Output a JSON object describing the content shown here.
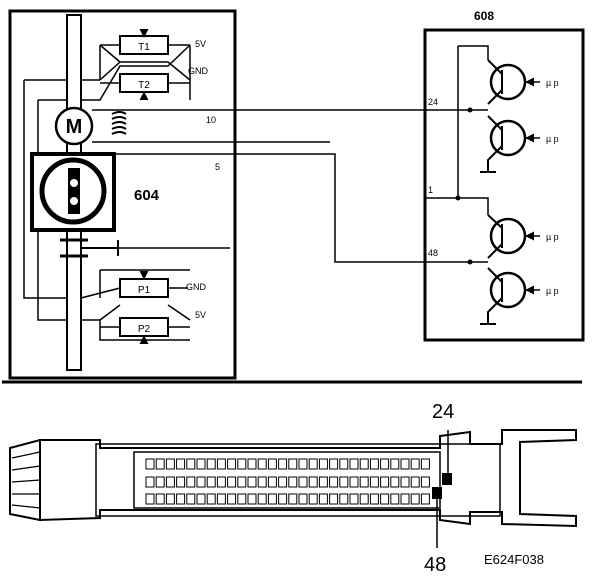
{
  "schematic": {
    "motor_label": "M",
    "unit_604": "604",
    "unit_608": "608",
    "sensors": {
      "t1": "T1",
      "t2": "T2",
      "p1": "P1",
      "p2": "P2"
    },
    "supply": {
      "t_5v": "5V",
      "t_gnd": "GND",
      "p_gnd": "GND",
      "p_5v": "5V"
    },
    "wires": {
      "w24": "24",
      "w10": "10",
      "w5": "5",
      "w1": "1",
      "w48": "48"
    },
    "transistor_inputs": {
      "up1": "µ p",
      "up2": "µ p",
      "up3": "µ p",
      "up4": "µ p"
    }
  },
  "connector": {
    "pin_top": "24",
    "pin_bottom": "48",
    "figure_code": "E624F038"
  }
}
